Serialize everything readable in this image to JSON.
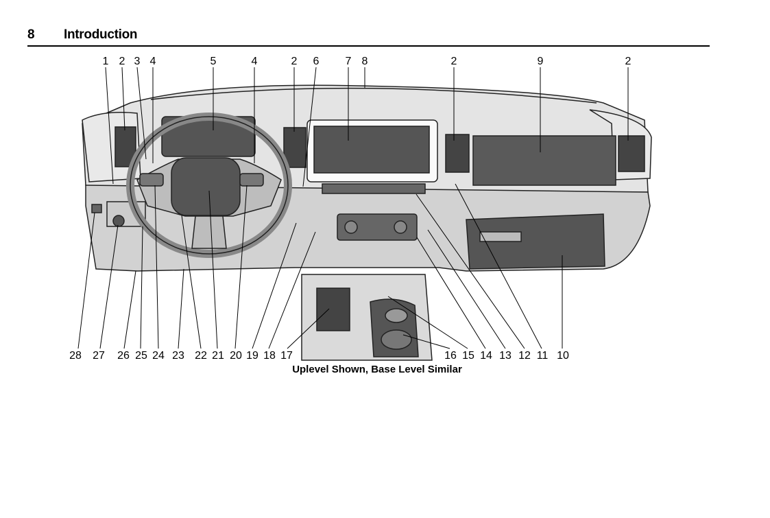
{
  "header": {
    "page_number": "8",
    "section_title": "Introduction"
  },
  "figure": {
    "caption": "Uplevel Shown, Base Level Similar",
    "top_callouts": [
      "1",
      "2",
      "3",
      "4",
      "5",
      "4",
      "2",
      "6",
      "7",
      "8",
      "2",
      "9",
      "2"
    ],
    "bottom_callouts": [
      "28",
      "27",
      "26",
      "25",
      "24",
      "23",
      "22",
      "21",
      "20",
      "19",
      "18",
      "17",
      "16",
      "15",
      "14",
      "13",
      "12",
      "11",
      "10"
    ]
  }
}
